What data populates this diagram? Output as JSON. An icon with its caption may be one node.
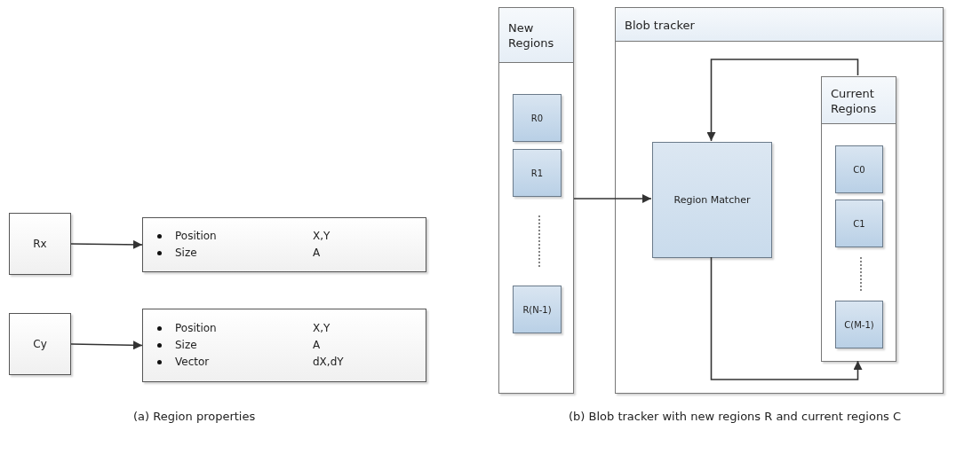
{
  "diagram": {
    "nodes": [
      {
        "text": [
          "Rx"
        ]
      },
      {
        "text": [
          "Position",
          "X,Y",
          "Size",
          "A"
        ]
      },
      {
        "text": [
          "Cy"
        ]
      },
      {
        "text": [
          "Position",
          "X,Y",
          "Size",
          "A",
          "Vector",
          "dX,dY"
        ]
      },
      {
        "text": [
          "New Regions"
        ]
      },
      {
        "text": [
          "R0"
        ],
        "in": 4
      },
      {
        "text": [
          "R1"
        ],
        "in": 4
      },
      {
        "text": [
          "R(N-1)"
        ],
        "in": 4
      },
      {
        "text": [
          "Blob tracker"
        ]
      },
      {
        "text": [
          "Region Matcher"
        ],
        "in": 8
      },
      {
        "text": [
          "Current Regions"
        ],
        "in": 8
      },
      {
        "text": [
          "C0"
        ],
        "in": 10
      },
      {
        "text": [
          "C1"
        ],
        "in": 10
      },
      {
        "text": [
          "C(M-1)"
        ],
        "in": 10
      }
    ],
    "edges": [
      {
        "from": 0,
        "to": 1,
        "arrow": "to"
      },
      {
        "from": 2,
        "to": 3,
        "arrow": "to"
      },
      {
        "from": 4,
        "to": 9,
        "arrow": "to"
      },
      {
        "from": 10,
        "to": 9,
        "arrow": "to"
      },
      {
        "from": 9,
        "to": 10,
        "arrow": "to"
      }
    ],
    "labels": [
      "(a) Region properties",
      "(b) Blob tracker with new regions R and current regions C"
    ]
  }
}
